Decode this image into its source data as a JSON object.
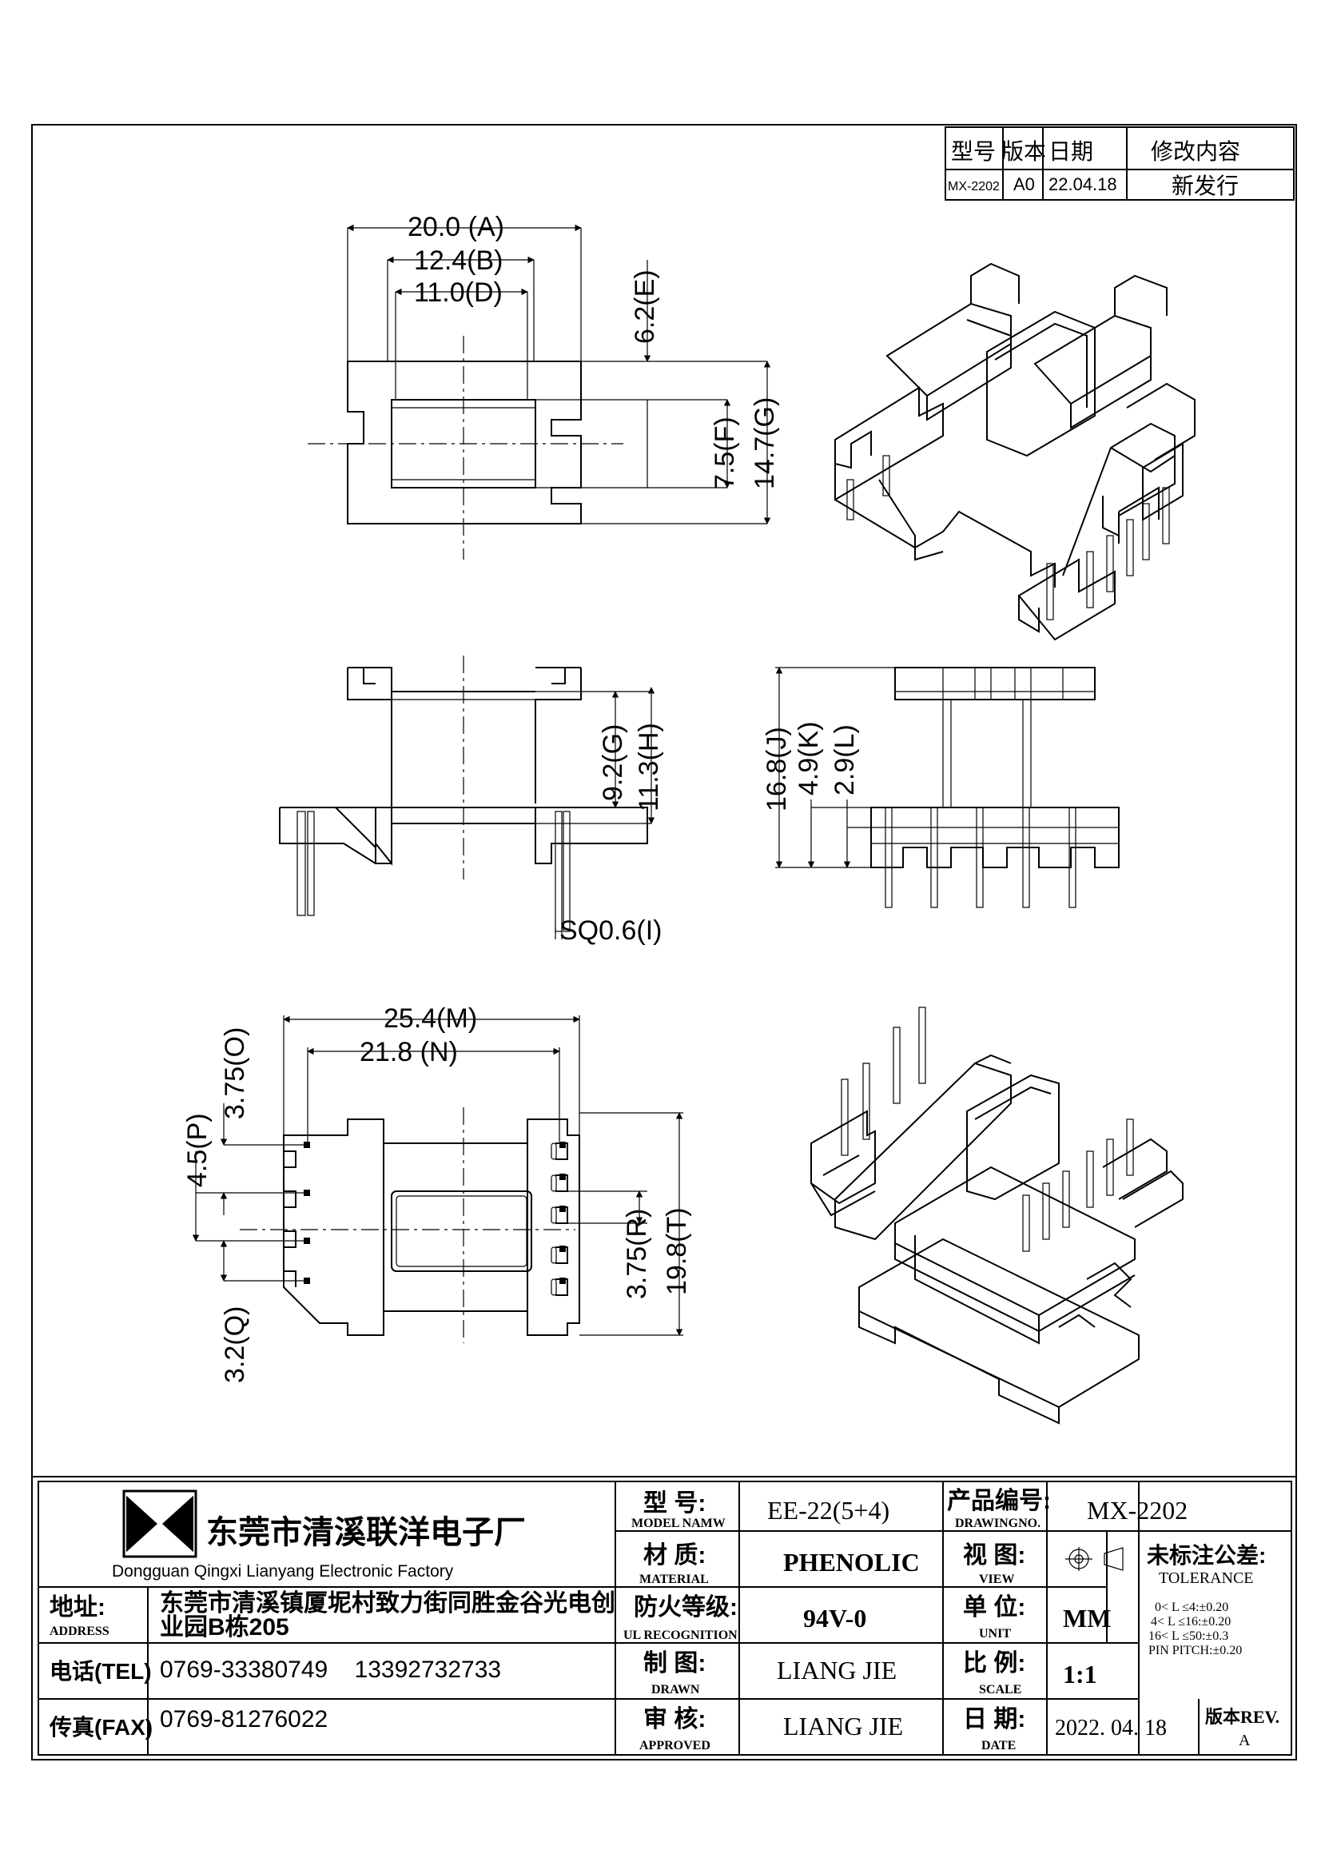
{
  "revision_table": {
    "headers": [
      "型号",
      "版本",
      "日期",
      "修改内容"
    ],
    "row": [
      "MX-2202",
      "A0",
      "22.04.18",
      "新发行"
    ]
  },
  "dimensions": {
    "A": "20.0 (A)",
    "B": "12.4(B)",
    "D": "11.0(D)",
    "E": "6.2(E)",
    "F": "7.5(F)",
    "G_top": "14.7(G)",
    "G_side": "9.2(G)",
    "H": "11.3(H)",
    "I": "SQ0.6(I)",
    "J": "16.8(J)",
    "K": "4.9(K)",
    "L": "2.9(L)",
    "M": "25.4(M)",
    "N": "21.8 (N)",
    "O": "3.75(O)",
    "P": "4.5(P)",
    "Q": "3.2(Q)",
    "R": "3.75(R)",
    "T": "19.8(T)"
  },
  "title_block": {
    "company_cn": "东莞市清溪联洋电子厂",
    "company_en": "Dongguan Qingxi Lianyang Electronic Factory",
    "address_label": "地址:",
    "address_label_en": "ADDRESS",
    "address_line1": "东莞市清溪镇厦坭村致力街同胜金谷光电创",
    "address_line2": "业园B栋205",
    "tel_label": "电话(TEL)",
    "tel_value": "0769-33380749    13392732733",
    "fax_label": "传真(FAX)",
    "fax_value": "0769-81276022",
    "model_label": "型  号:",
    "model_label_en": "MODEL NAMW",
    "model_value": "EE-22(5+4)",
    "drawing_no_label": "产品编号:",
    "drawing_no_label_en": "DRAWINGNO.",
    "drawing_no_value": "MX-2202",
    "material_label": "材  质:",
    "material_label_en": "MATERIAL",
    "material_value": "PHENOLIC",
    "view_label": "视  图:",
    "view_label_en": "VIEW",
    "tolerance_label": "未标注公差:",
    "tolerance_label_en": "TOLERANCE",
    "tolerance_lines": [
      "0< L ≤4:±0.20",
      "4< L ≤16:±0.20",
      "16< L ≤50:±0.3",
      "PIN PITCH:±0.20"
    ],
    "ul_label": "防火等级:",
    "ul_label_en": "UL RECOGNITION",
    "ul_value": "94V-0",
    "unit_label": "单  位:",
    "unit_label_en": "UNIT",
    "unit_value": "MM",
    "drawn_label": "制  图:",
    "drawn_label_en": "DRAWN",
    "drawn_value": "LIANG JIE",
    "scale_label": "比  例:",
    "scale_label_en": "SCALE",
    "scale_value": "1:1",
    "approved_label": "审  核:",
    "approved_label_en": "APPROVED",
    "approved_value": "LIANG JIE",
    "date_label": "日  期:",
    "date_label_en": "DATE",
    "date_value": "2022. 04. 18",
    "rev_label": "版本REV.",
    "rev_value": "A"
  }
}
